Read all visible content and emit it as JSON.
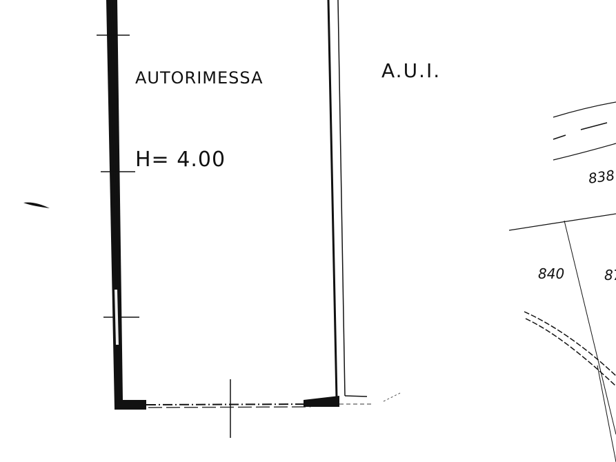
{
  "room": {
    "name": "AUTORIMESSA",
    "height": "H= 4.00"
  },
  "adjacent": {
    "label": "A.U.I."
  },
  "parcels": [
    {
      "id": "838"
    },
    {
      "id": "840"
    },
    {
      "id": "87"
    }
  ],
  "colors": {
    "ink": "#111111",
    "paper": "#ffffff"
  }
}
